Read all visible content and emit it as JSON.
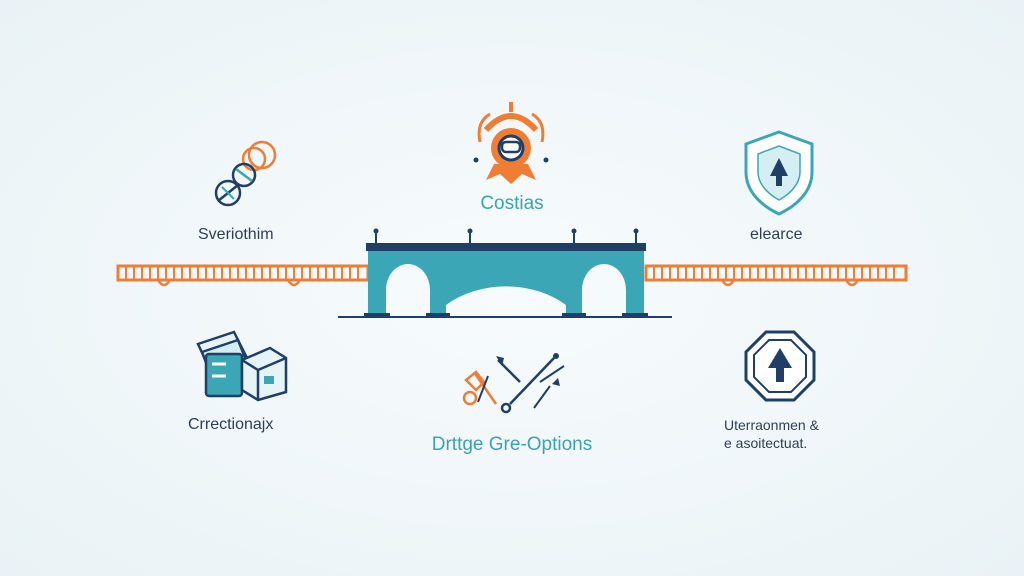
{
  "labels": {
    "top_center": "Costias",
    "top_left": "Sveriothim",
    "top_right": "elearce",
    "bottom_left": "Crrectionajx",
    "bottom_center": "Drttge Gre-Options",
    "bottom_right_line1": "Uterraonmen &",
    "bottom_right_line2": "e asoitectuat."
  },
  "colors": {
    "teal": "#3ba6b5",
    "navy": "#1f3f66",
    "orange": "#ef7d34",
    "background": "#f1f7fa"
  },
  "icons": {
    "top_center": "shield-badge-icon",
    "top_left": "linked-rings-icon",
    "top_right": "shield-arrow-icon",
    "bottom_left": "documents-box-icon",
    "bottom_center": "tools-icon",
    "bottom_right": "octagon-arrow-icon"
  }
}
